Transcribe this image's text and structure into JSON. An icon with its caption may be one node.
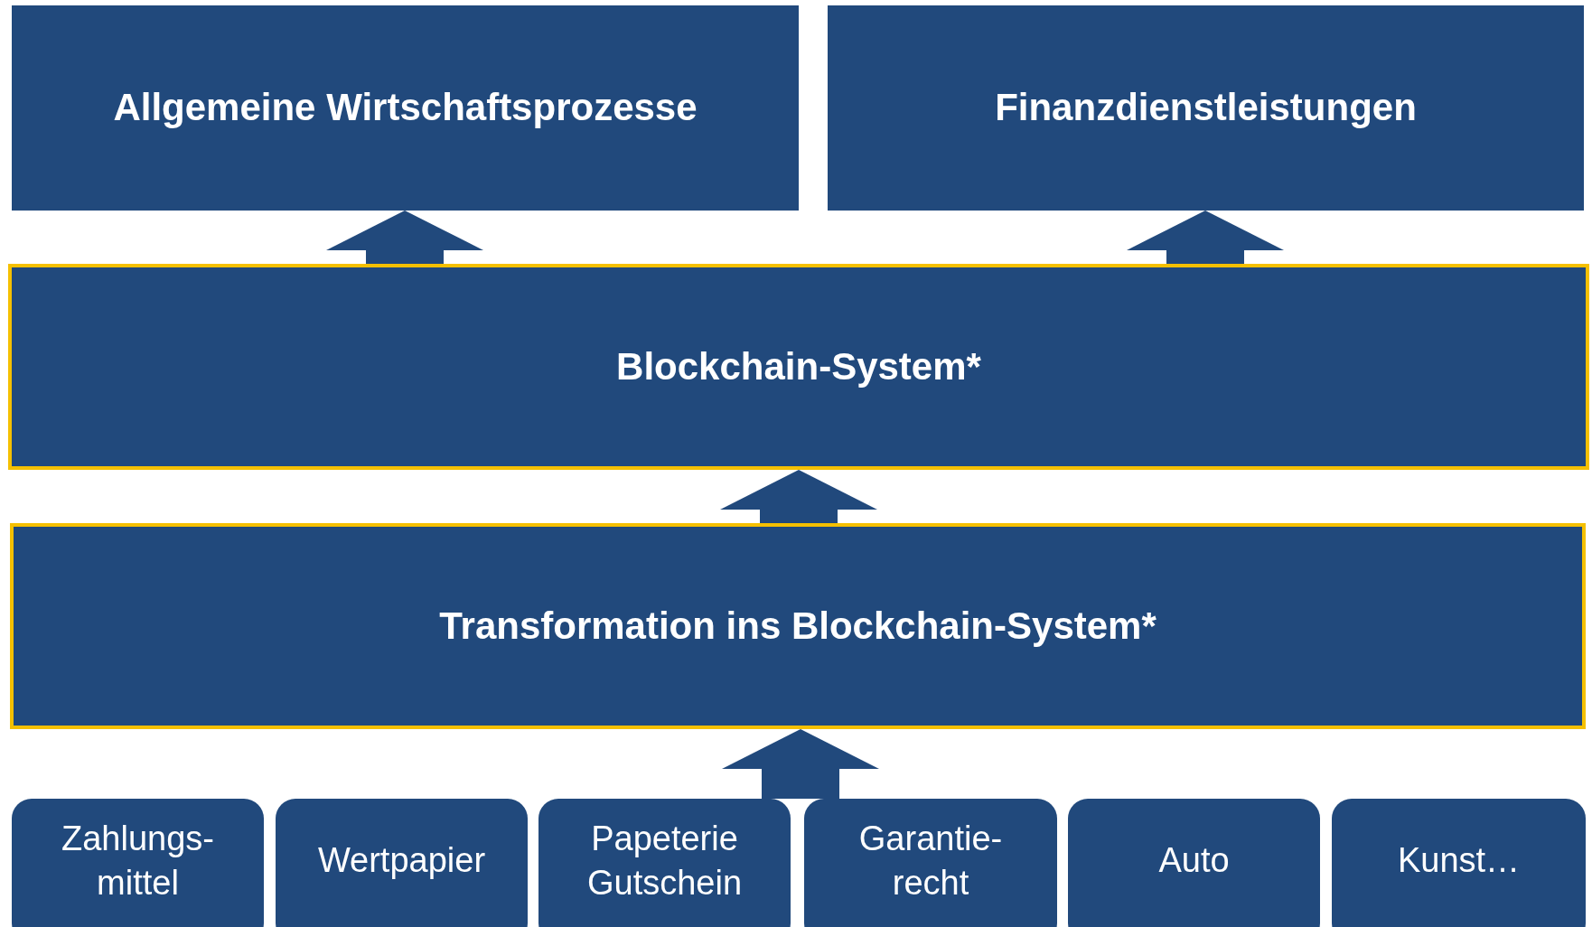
{
  "diagram": {
    "nodes": [
      {
        "text": [
          "Allgemeine Wirtschaftsprozesse"
        ]
      },
      {
        "text": [
          "Finanzdienstleistungen"
        ]
      },
      {
        "text": [
          "Blockchain-System*"
        ]
      },
      {
        "text": [
          "Transformation ins Blockchain-System*"
        ]
      },
      {
        "text": [
          "Zahlungs- mittel"
        ]
      },
      {
        "text": [
          "Wertpapier"
        ]
      },
      {
        "text": [
          "Papeterie Gutschein"
        ]
      },
      {
        "text": [
          "Garantie- recht"
        ]
      },
      {
        "text": [
          "Auto"
        ]
      },
      {
        "text": [
          "Kunst…"
        ]
      }
    ],
    "edges": [
      {
        "from": 2,
        "to": 0,
        "arrow": "to"
      },
      {
        "from": 2,
        "to": 1,
        "arrow": "to"
      },
      {
        "from": 3,
        "to": 2,
        "arrow": "to"
      },
      {
        "from": 7,
        "to": 3,
        "arrow": "to"
      }
    ]
  }
}
